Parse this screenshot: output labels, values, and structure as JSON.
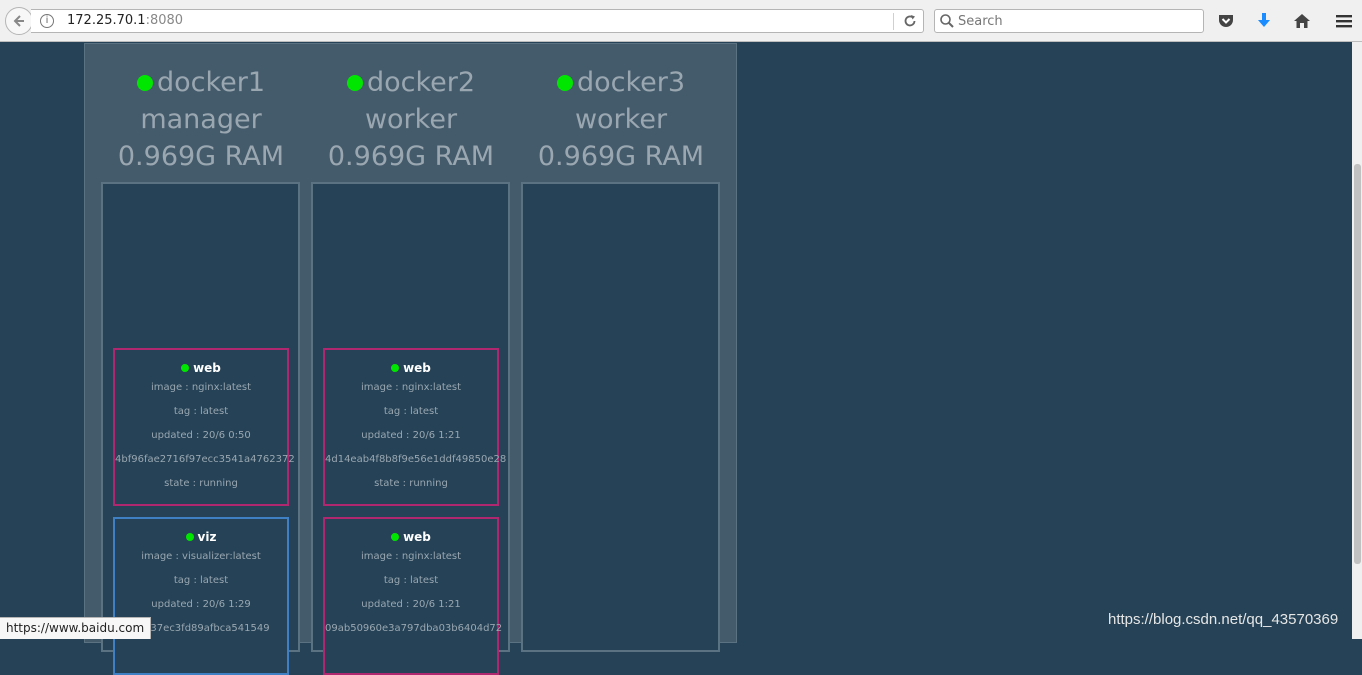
{
  "browser": {
    "url_host": "172.25.70.1",
    "url_port": ":8080",
    "search_placeholder": "Search",
    "status_link": "https://www.baidu.com"
  },
  "watermark": "https://blog.csdn.net/qq_43570369",
  "colors": {
    "page_bg": "#254256",
    "panel_bg": "#445b6c",
    "status_running": "#00e600",
    "web_border": "#b0266f",
    "viz_border": "#3f7fc4"
  },
  "nodes": [
    {
      "name": "docker1",
      "role": "manager",
      "ram": "0.969G RAM",
      "tasks": [
        {
          "name": "web",
          "image": "image : nginx:latest",
          "tag": "tag : latest",
          "updated": "updated : 20/6 0:50",
          "id": "4bf96fae2716f97ecc3541a4762372",
          "state": "state : running"
        },
        {
          "name": "viz",
          "image": "image : visualizer:latest",
          "tag": "tag : latest",
          "updated": "updated : 20/6 1:29",
          "id": "cbe37ec3fd89afbca541549",
          "state": ""
        }
      ]
    },
    {
      "name": "docker2",
      "role": "worker",
      "ram": "0.969G RAM",
      "tasks": [
        {
          "name": "web",
          "image": "image : nginx:latest",
          "tag": "tag : latest",
          "updated": "updated : 20/6 1:21",
          "id": "4d14eab4f8b8f9e56e1ddf49850e28",
          "state": "state : running"
        },
        {
          "name": "web",
          "image": "image : nginx:latest",
          "tag": "tag : latest",
          "updated": "updated : 20/6 1:21",
          "id": "09ab50960e3a797dba03b6404d72",
          "state": ""
        }
      ]
    },
    {
      "name": "docker3",
      "role": "worker",
      "ram": "0.969G RAM",
      "tasks": []
    }
  ]
}
